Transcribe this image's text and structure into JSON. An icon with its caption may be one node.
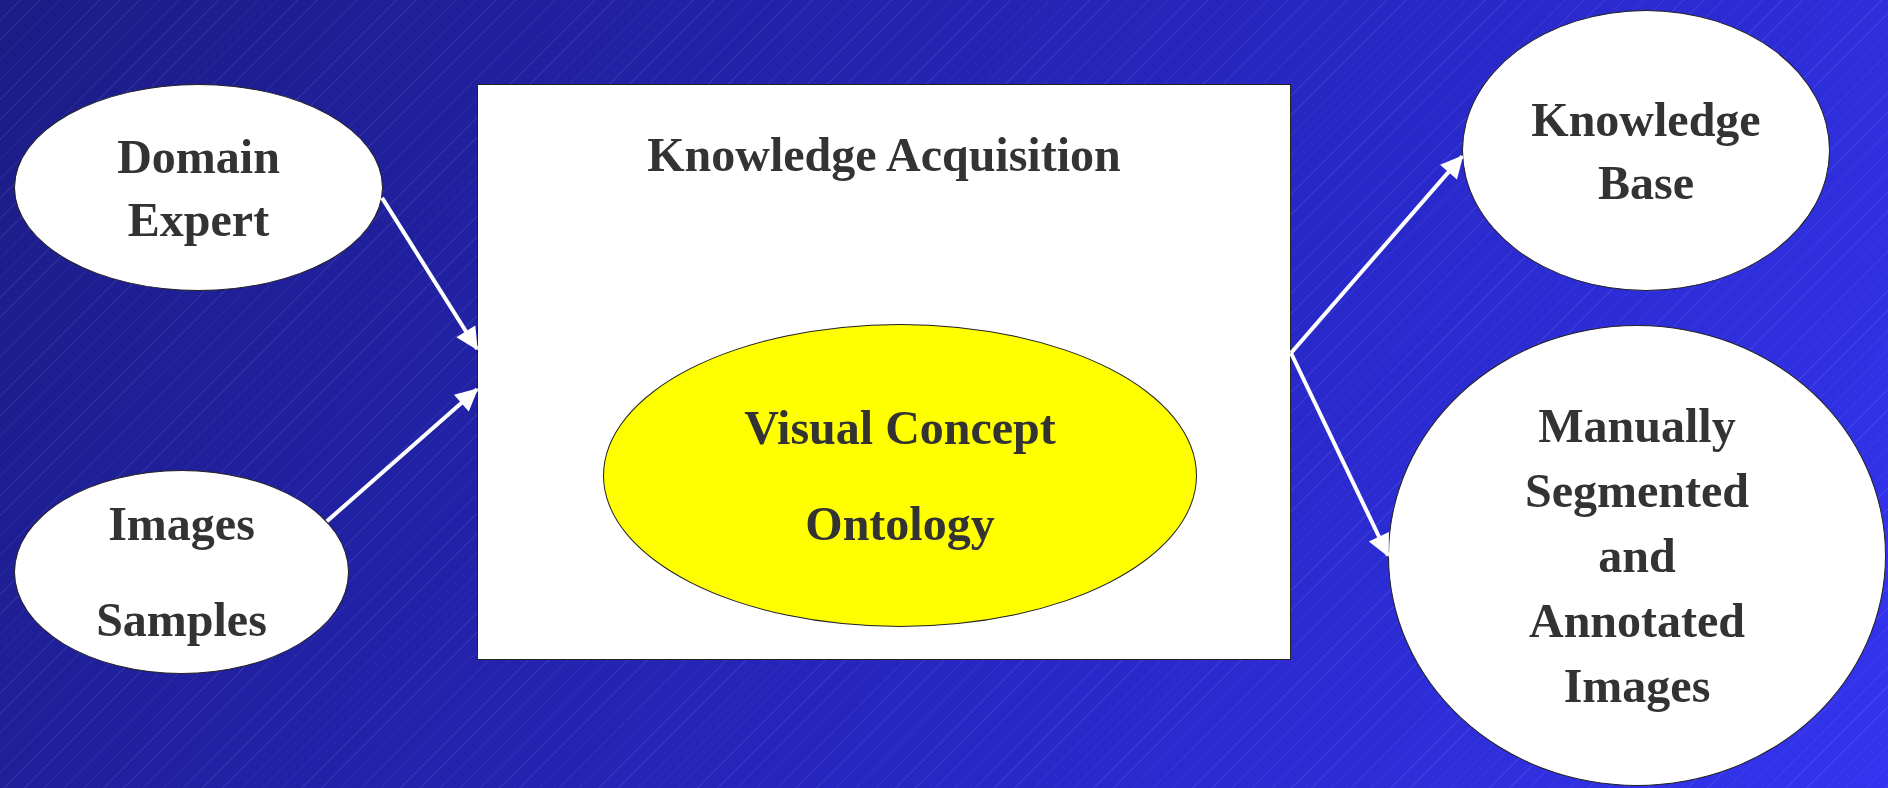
{
  "diagram": {
    "nodes": [
      {
        "text": [
          "Domain Expert"
        ]
      },
      {
        "text": [
          "Images Samples"
        ]
      },
      {
        "text": [
          "Knowledge Acquisition"
        ]
      },
      {
        "text": [
          "Visual Concept Ontology"
        ],
        "in": 2
      },
      {
        "text": [
          "Knowledge Base"
        ]
      },
      {
        "text": [
          "Manually Segmented and Annotated Images"
        ]
      }
    ],
    "edges": [
      {
        "from": 0,
        "to": 2,
        "arrow": "to"
      },
      {
        "from": 1,
        "to": 2,
        "arrow": "to"
      },
      {
        "from": 2,
        "to": 4,
        "arrow": "to"
      },
      {
        "from": 2,
        "to": 5,
        "arrow": "to"
      }
    ]
  }
}
